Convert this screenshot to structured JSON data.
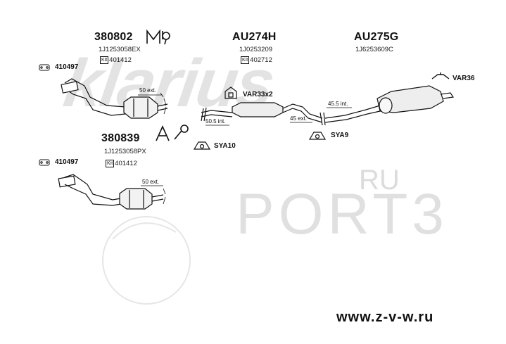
{
  "watermark": {
    "brand": "klarius",
    "port": "PORT3",
    "ru": "RU"
  },
  "website": "www.z-v-w.ru",
  "groups": [
    {
      "part": "380802",
      "oem": "1J1253058EX",
      "kit_icon": "Kit",
      "kit": "401412"
    },
    {
      "part": "AU274H",
      "oem": "1J0253209",
      "kit_icon": "Kit",
      "kit": "402712"
    },
    {
      "part": "AU275G",
      "oem": "1J6253609C"
    },
    {
      "part": "380839",
      "oem": "1J1253058PX",
      "kit_icon": "Kit",
      "kit": "401412"
    }
  ],
  "accessories": {
    "gasket_top": "410497",
    "gasket_bottom": "410497",
    "var33": "VAR33x2",
    "var36": "VAR36",
    "sya10": "SYA10",
    "sya9": "SYA9"
  },
  "dimensions": {
    "d1": "50 ext.",
    "d2": "50.5 int.",
    "d3": "45 ext.",
    "d4": "45.5 int.",
    "d5": "50 ext."
  },
  "icons": {
    "m_badge": "M-hanger-icon",
    "a_badge": "A-hanger-icon",
    "clamp": "clamp-icon",
    "hanger": "hanger-icon",
    "rubber": "rubber-mount-icon",
    "gasket": "gasket-icon"
  },
  "colors": {
    "ink": "#111111",
    "watermark": "#e3e3e3",
    "background": "#ffffff"
  }
}
